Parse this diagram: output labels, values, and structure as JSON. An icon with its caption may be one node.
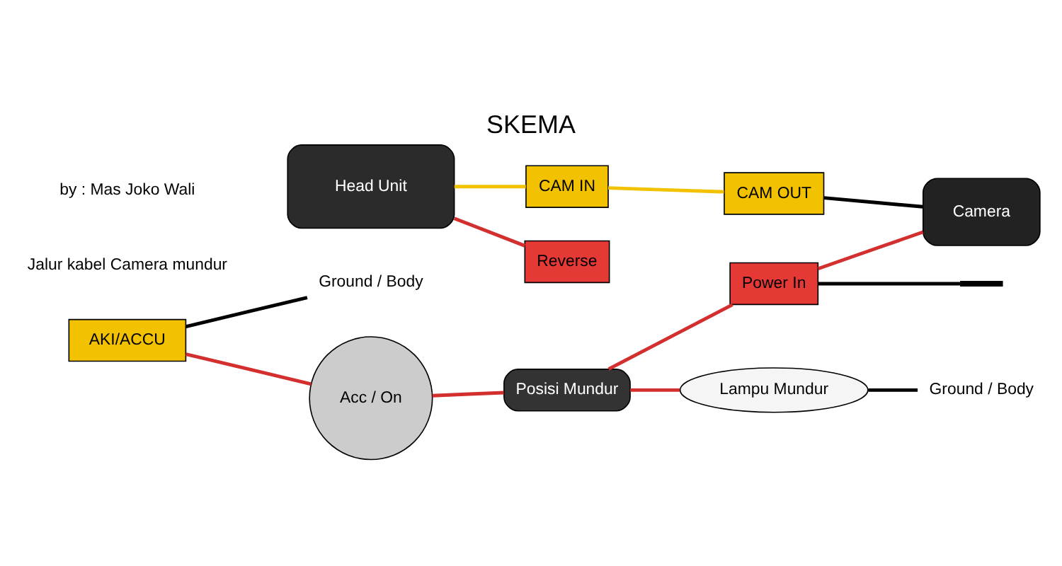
{
  "diagram": {
    "title": "SKEMA",
    "nodes": [
      {
        "text": [
          "Head Unit"
        ]
      },
      {
        "text": [
          "Reverse"
        ]
      },
      {
        "text": [
          "CAM IN"
        ]
      },
      {
        "text": [
          "Acc / On"
        ]
      },
      {
        "text": [
          "Posisi Mundur"
        ]
      },
      {
        "text": [
          "Ground / Body"
        ]
      },
      {
        "text": [],
        "shape": "bar"
      },
      {
        "text": [
          "Lampu Mundur"
        ]
      },
      {
        "text": [
          "Power In"
        ]
      },
      {
        "text": [
          "CAM OUT"
        ]
      },
      {
        "text": [
          "Camera"
        ]
      },
      {
        "text": [
          "AKI/ACCU"
        ]
      },
      {
        "text": [
          "Ground / Body"
        ]
      }
    ],
    "edges": [
      {
        "from": 11,
        "to": 3,
        "arrow": "none"
      },
      {
        "from": 3,
        "to": 4,
        "arrow": "none"
      },
      {
        "from": 4,
        "to": 7,
        "arrow": "none"
      },
      {
        "from": 4,
        "to": 8,
        "arrow": "none"
      },
      {
        "from": 0,
        "to": 1,
        "arrow": "none"
      },
      {
        "from": 7,
        "to": 5,
        "arrow": "none",
        "color": "#000000"
      },
      {
        "from": 8,
        "to": 6,
        "arrow": "none",
        "color": "#000000"
      },
      {
        "from": 0,
        "to": 2,
        "arrow": "none",
        "color": "#f2c200"
      },
      {
        "from": 2,
        "to": 9,
        "arrow": "none",
        "color": "#f2c200"
      },
      {
        "from": 8,
        "to": 10,
        "arrow": "none"
      },
      {
        "from": 9,
        "to": 10,
        "arrow": "none",
        "color": "#000000"
      },
      {
        "from": 11,
        "to": 12,
        "arrow": "none",
        "color": "#000000"
      }
    ],
    "labels": [
      "Jalur kabel Camera mundur",
      "by : Mas Joko Wali"
    ]
  }
}
